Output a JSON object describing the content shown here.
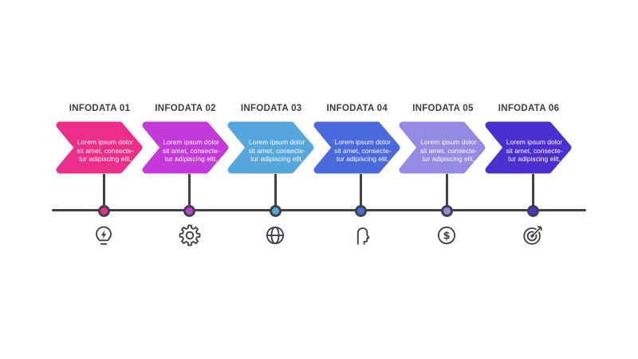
{
  "diagram": {
    "line_color": "#3F4249",
    "title_color": "#3A3D45",
    "body_text_color": "#FFFFFF",
    "background_color": "#FFFFFF",
    "items": [
      {
        "title": "INFODATA 01",
        "desc_lines": [
          "Lorem ipsum dolor",
          "sit amet, consecte-",
          "tur adipiscing elit,"
        ],
        "color": "#EC2E88",
        "icon": "idea-bulb-icon"
      },
      {
        "title": "INFODATA 02",
        "desc_lines": [
          "Lorem ipsum dolor",
          "sit amet, consecte-",
          "tur adipiscing elit,"
        ],
        "color": "#C439D9",
        "icon": "gear-icon"
      },
      {
        "title": "INFODATA 03",
        "desc_lines": [
          "Lorem ipsum dolor",
          "sit amet, consecte-",
          "tur adipiscing elit,"
        ],
        "color": "#55A6DD",
        "icon": "globe-icon"
      },
      {
        "title": "INFODATA 04",
        "desc_lines": [
          "Lorem ipsum dolor",
          "sit amet, consecte-",
          "tur adipiscing elit,"
        ],
        "color": "#4A69DF",
        "icon": "head-profile-icon"
      },
      {
        "title": "INFODATA 05",
        "desc_lines": [
          "Lorem ipsum dolor",
          "sit amet, consecte-",
          "tur adipiscing elit,"
        ],
        "color": "#9489E3",
        "icon": "dollar-icon"
      },
      {
        "title": "INFODATA 06",
        "desc_lines": [
          "Lorem ipsum dolor",
          "sit amet, consecte-",
          "tur adipiscing elit,"
        ],
        "color": "#4B2FD1",
        "icon": "target-icon"
      }
    ]
  }
}
